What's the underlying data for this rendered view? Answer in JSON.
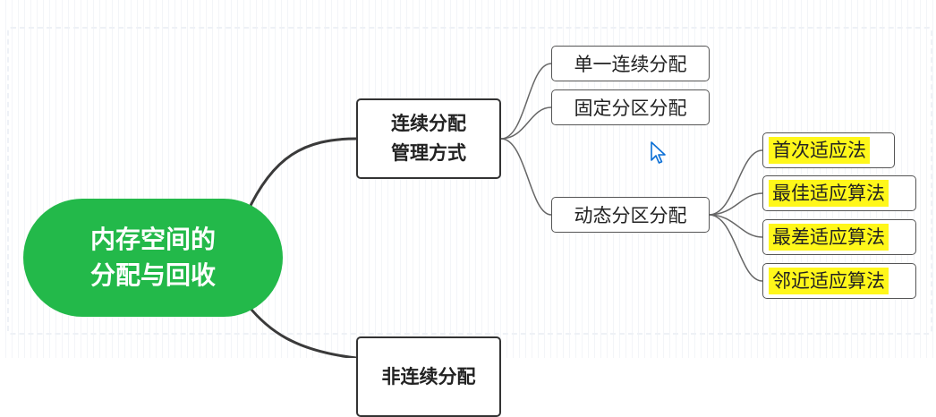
{
  "mindmap": {
    "root": {
      "label": "内存空间的\n分配与回收",
      "color": "#23b94a"
    },
    "branches": [
      {
        "label": "连续分配\n管理方式",
        "children": [
          {
            "label": "单一连续分配"
          },
          {
            "label": "固定分区分配"
          },
          {
            "label": "动态分区分配",
            "children": [
              {
                "label": "首次适应法",
                "highlight": "#fff71a"
              },
              {
                "label": "最佳适应算法",
                "highlight": "#fff71a"
              },
              {
                "label": "最差适应算法",
                "highlight": "#fff71a"
              },
              {
                "label": "邻近适应算法",
                "highlight": "#fff71a"
              }
            ]
          }
        ]
      },
      {
        "label": "非连续分配"
      }
    ]
  }
}
